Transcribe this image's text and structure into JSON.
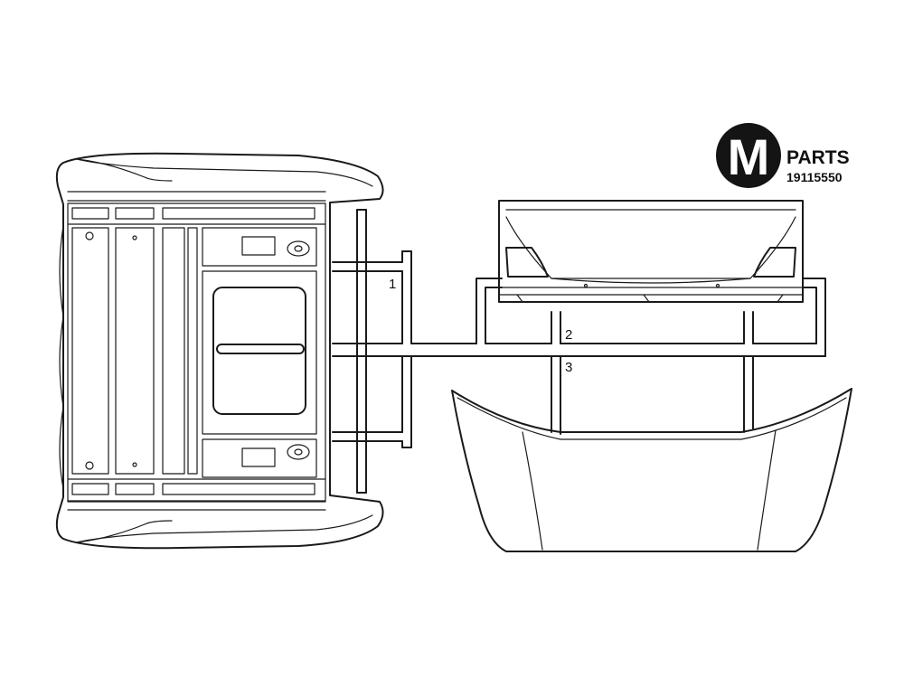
{
  "header": {
    "letter": "M",
    "title": "PARTS",
    "code": "19115550"
  },
  "part_numbers": [
    "1",
    "2",
    "3"
  ]
}
